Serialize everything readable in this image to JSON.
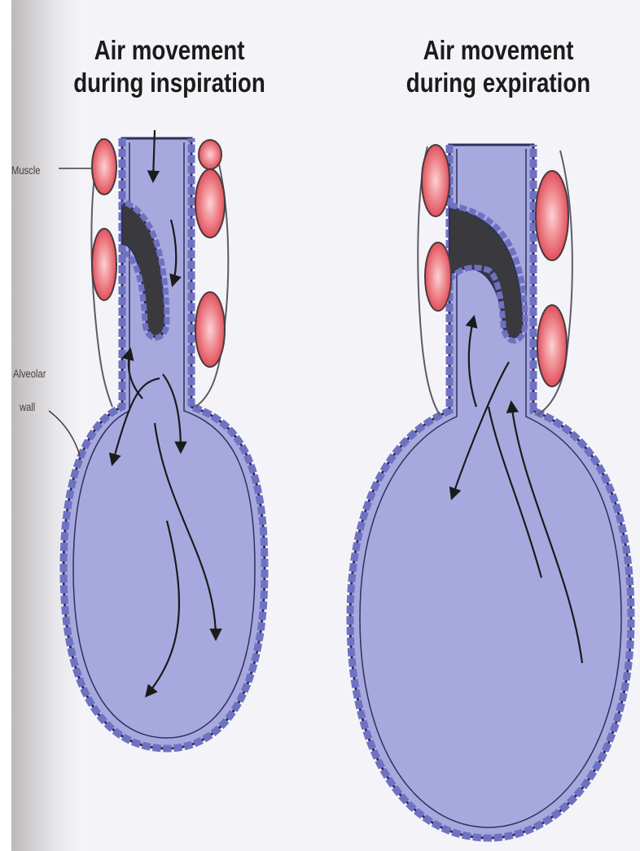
{
  "panels": {
    "inspiration": {
      "title_line1": "Air movement",
      "title_line2": "during inspiration"
    },
    "expiration": {
      "title_line1": "Air movement",
      "title_line2": "during expiration"
    }
  },
  "labels": {
    "muscle": "Muscle",
    "alveolar_line1": "Alveolar",
    "alveolar_line2": "wall"
  },
  "colors": {
    "background": "#f4f4f8",
    "page_shadow": "#c9c6c8",
    "alveolus_fill": "#a7a9de",
    "wall_cells": "#6f72c2",
    "wall_outline": "#2f2f5c",
    "muscle": "#e8606a",
    "muscle_highlight": "#fbd2d4",
    "flap": "#3a3a3e",
    "arrows": "#1b1b1b"
  }
}
